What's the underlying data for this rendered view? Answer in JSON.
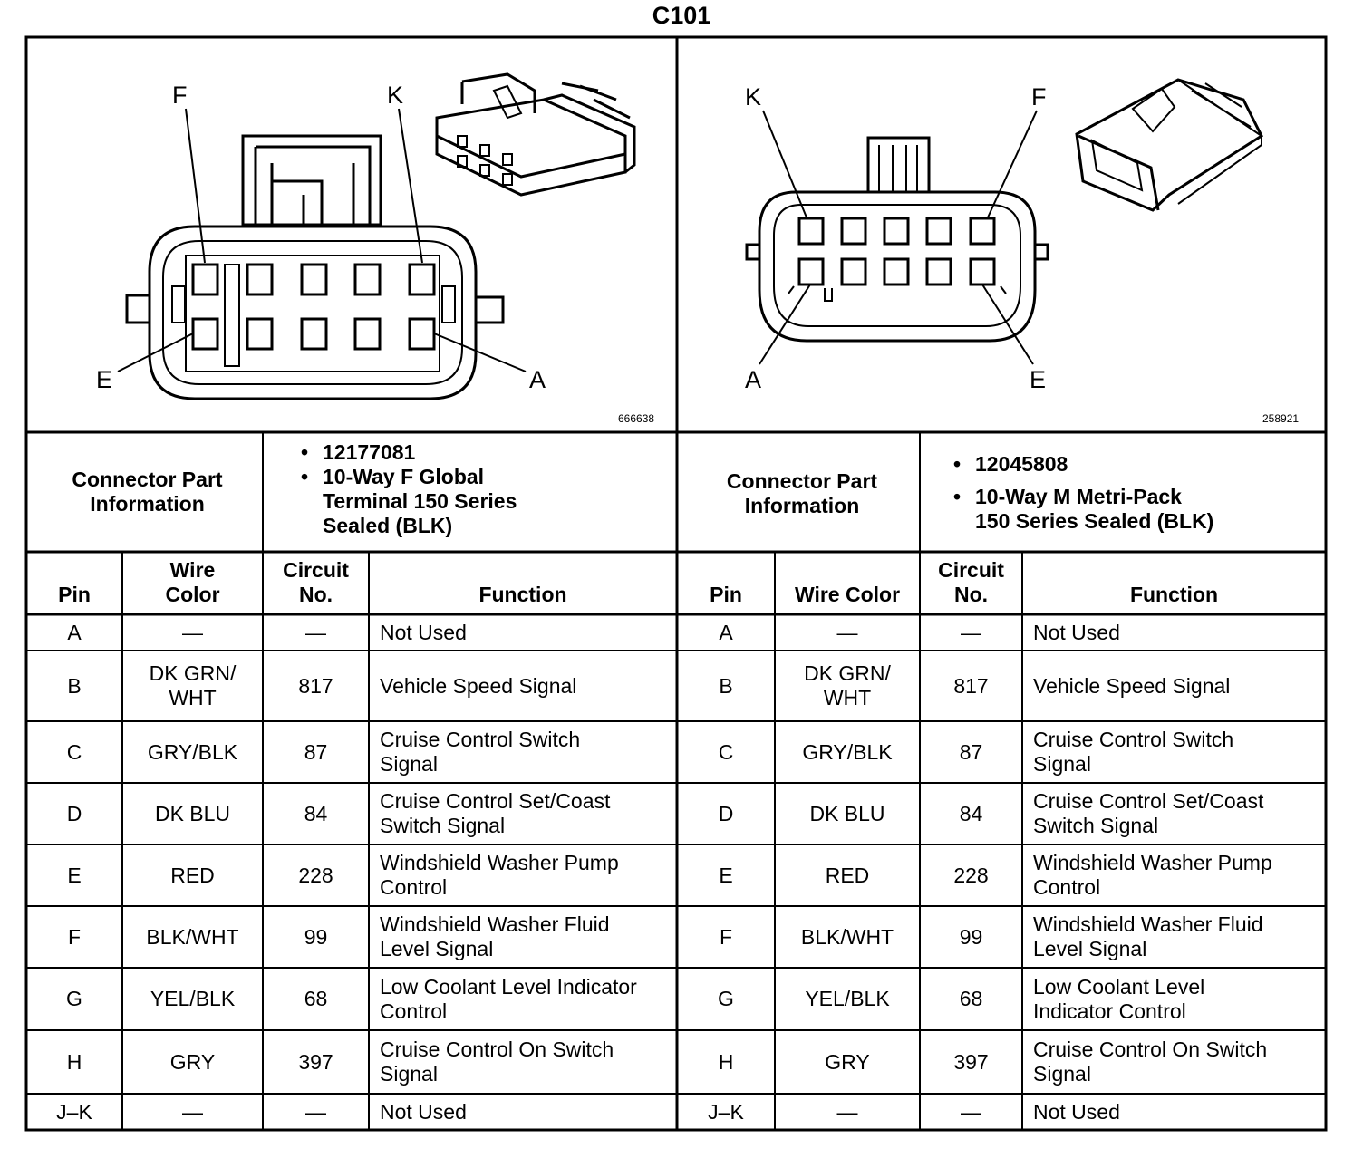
{
  "title": "C101",
  "connectors": [
    {
      "image_id": "666638",
      "pin_labels": {
        "top_left": "F",
        "top_right": "K",
        "bottom_left": "E",
        "bottom_right": "A"
      },
      "info_header": "Connector Part Information",
      "part_number": "12177081",
      "description_lines": [
        "10-Way F Global",
        "Terminal 150 Series",
        "Sealed (BLK)"
      ],
      "columns": {
        "pin": "Pin",
        "wire_color": [
          "Wire",
          "Color"
        ],
        "circuit": [
          "Circuit",
          "No."
        ],
        "function": "Function"
      },
      "rows": [
        {
          "pin": "A",
          "wire": [
            "—"
          ],
          "circuit": "—",
          "func": [
            "Not Used"
          ]
        },
        {
          "pin": "B",
          "wire": [
            "DK GRN/",
            "WHT"
          ],
          "circuit": "817",
          "func": [
            "Vehicle Speed Signal"
          ]
        },
        {
          "pin": "C",
          "wire": [
            "GRY/BLK"
          ],
          "circuit": "87",
          "func": [
            "Cruise Control Switch",
            "Signal"
          ]
        },
        {
          "pin": "D",
          "wire": [
            "DK BLU"
          ],
          "circuit": "84",
          "func": [
            "Cruise Control Set/Coast",
            "Switch Signal"
          ]
        },
        {
          "pin": "E",
          "wire": [
            "RED"
          ],
          "circuit": "228",
          "func": [
            "Windshield Washer Pump",
            "Control"
          ]
        },
        {
          "pin": "F",
          "wire": [
            "BLK/WHT"
          ],
          "circuit": "99",
          "func": [
            "Windshield Washer Fluid",
            "Level Signal"
          ]
        },
        {
          "pin": "G",
          "wire": [
            "YEL/BLK"
          ],
          "circuit": "68",
          "func": [
            "Low Coolant Level Indicator",
            "Control"
          ]
        },
        {
          "pin": "H",
          "wire": [
            "GRY"
          ],
          "circuit": "397",
          "func": [
            "Cruise Control On Switch",
            "Signal"
          ]
        },
        {
          "pin": "J–K",
          "wire": [
            "—"
          ],
          "circuit": "—",
          "func": [
            "Not Used"
          ]
        }
      ]
    },
    {
      "image_id": "258921",
      "pin_labels": {
        "top_left": "K",
        "top_right": "F",
        "bottom_left": "A",
        "bottom_right": "E"
      },
      "info_header": "Connector Part Information",
      "part_number": "12045808",
      "description_lines": [
        "10-Way M Metri-Pack",
        "150 Series Sealed (BLK)"
      ],
      "columns": {
        "pin": "Pin",
        "wire_color": [
          "Wire Color"
        ],
        "circuit": [
          "Circuit",
          "No."
        ],
        "function": "Function"
      },
      "rows": [
        {
          "pin": "A",
          "wire": [
            "—"
          ],
          "circuit": "—",
          "func": [
            "Not Used"
          ]
        },
        {
          "pin": "B",
          "wire": [
            "DK GRN/",
            "WHT"
          ],
          "circuit": "817",
          "func": [
            "Vehicle Speed Signal"
          ]
        },
        {
          "pin": "C",
          "wire": [
            "GRY/BLK"
          ],
          "circuit": "87",
          "func": [
            "Cruise Control Switch",
            "Signal"
          ]
        },
        {
          "pin": "D",
          "wire": [
            "DK BLU"
          ],
          "circuit": "84",
          "func": [
            "Cruise Control Set/Coast",
            "Switch Signal"
          ]
        },
        {
          "pin": "E",
          "wire": [
            "RED"
          ],
          "circuit": "228",
          "func": [
            "Windshield Washer Pump",
            "Control"
          ]
        },
        {
          "pin": "F",
          "wire": [
            "BLK/WHT"
          ],
          "circuit": "99",
          "func": [
            "Windshield Washer Fluid",
            "Level Signal"
          ]
        },
        {
          "pin": "G",
          "wire": [
            "YEL/BLK"
          ],
          "circuit": "68",
          "func": [
            "Low Coolant Level",
            "Indicator Control"
          ]
        },
        {
          "pin": "H",
          "wire": [
            "GRY"
          ],
          "circuit": "397",
          "func": [
            "Cruise Control On Switch",
            "Signal"
          ]
        },
        {
          "pin": "J–K",
          "wire": [
            "—"
          ],
          "circuit": "—",
          "func": [
            "Not Used"
          ]
        }
      ]
    }
  ]
}
